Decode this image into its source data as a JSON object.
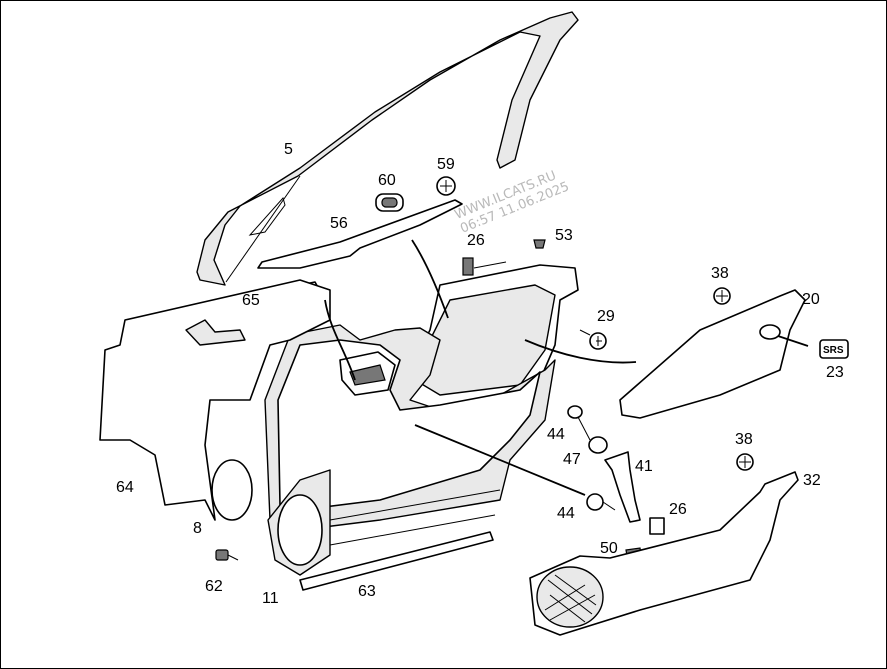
{
  "callouts": [
    {
      "id": "5",
      "label": "5"
    },
    {
      "id": "60",
      "label": "60"
    },
    {
      "id": "59",
      "label": "59"
    },
    {
      "id": "56",
      "label": "56"
    },
    {
      "id": "26a",
      "label": "26"
    },
    {
      "id": "53",
      "label": "53"
    },
    {
      "id": "38a",
      "label": "38"
    },
    {
      "id": "20",
      "label": "20"
    },
    {
      "id": "65",
      "label": "65"
    },
    {
      "id": "29",
      "label": "29"
    },
    {
      "id": "23",
      "label": "23"
    },
    {
      "id": "44a",
      "label": "44"
    },
    {
      "id": "38b",
      "label": "38"
    },
    {
      "id": "47",
      "label": "47"
    },
    {
      "id": "41",
      "label": "41"
    },
    {
      "id": "32",
      "label": "32"
    },
    {
      "id": "64",
      "label": "64"
    },
    {
      "id": "44b",
      "label": "44"
    },
    {
      "id": "26b",
      "label": "26"
    },
    {
      "id": "8",
      "label": "8"
    },
    {
      "id": "50",
      "label": "50"
    },
    {
      "id": "62",
      "label": "62"
    },
    {
      "id": "11",
      "label": "11"
    },
    {
      "id": "63",
      "label": "63"
    }
  ],
  "watermark": {
    "line1": "WWW.ILCATS.RU",
    "line2": "06:57 11.06.2025"
  },
  "plug_label": "SRS"
}
